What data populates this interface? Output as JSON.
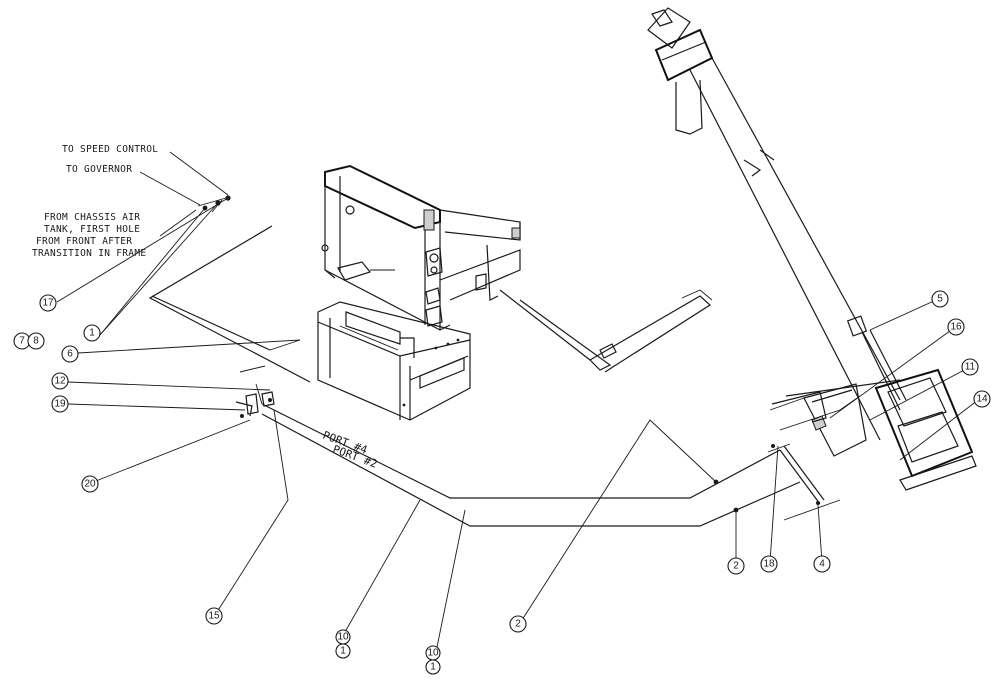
{
  "notes": {
    "speed_control": "TO SPEED CONTROL",
    "governor": "TO GOVERNOR",
    "chassis_line1": "FROM CHASSIS AIR",
    "chassis_line2": "TANK, FIRST HOLE",
    "chassis_line3": "FROM FRONT AFTER",
    "chassis_line4": "TRANSITION IN FRAME"
  },
  "ports": {
    "port4": "PORT #4",
    "port2": "PORT #2"
  },
  "callouts": {
    "c17": "17",
    "c7": "7",
    "c8": "8",
    "c1a": "1",
    "c6": "6",
    "c12": "12",
    "c19": "19",
    "c20": "20",
    "c15": "15",
    "c10a": "10",
    "c1b": "1",
    "c10b": "10",
    "c1c": "1",
    "c2a": "2",
    "c2b": "2",
    "c18": "18",
    "c4": "4",
    "c5": "5",
    "c16": "16",
    "c11": "11",
    "c14": "14"
  }
}
